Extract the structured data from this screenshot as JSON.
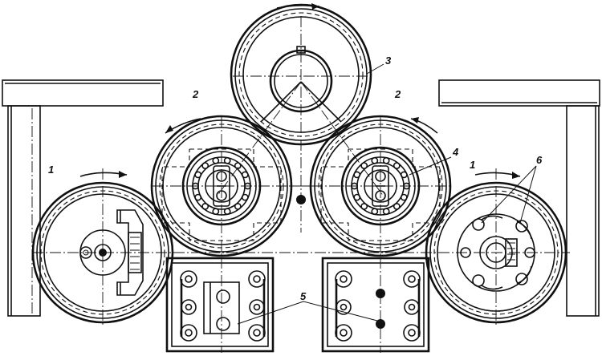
{
  "labels": {
    "rolls_side": "1",
    "rolls_middle": "2",
    "roll_top": "3",
    "bearing": "4",
    "housings": "5",
    "bolts": "6"
  }
}
